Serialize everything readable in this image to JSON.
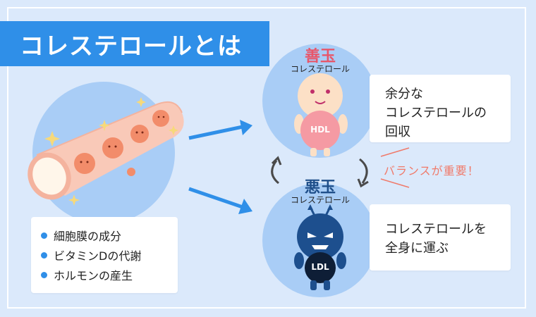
{
  "title": "コレステロールとは",
  "left_list": {
    "items": [
      "細胞膜の成分",
      "ビタミンDの代謝",
      "ホルモンの産生"
    ]
  },
  "good": {
    "name": "善玉",
    "subtitle": "コレステロール",
    "badge": "HDL",
    "description": [
      "余分な",
      "コレステロールの",
      "回収"
    ],
    "name_color": "#e8566a"
  },
  "bad": {
    "name": "悪玉",
    "subtitle": "コレステロール",
    "badge": "LDL",
    "description": [
      "コレステロールを",
      "全身に運ぶ"
    ],
    "name_color": "#1f4f8a"
  },
  "balance_note": "バランスが重要！",
  "colors": {
    "background": "#dbe9fb",
    "accent": "#2f8fe8",
    "circle": "#a9cdf6",
    "vessel": "#f9c9b8",
    "particle": "#f28c6a",
    "good_character": "#fce0c6",
    "bad_character": "#1d4f8e",
    "note": "#f07a6a"
  }
}
